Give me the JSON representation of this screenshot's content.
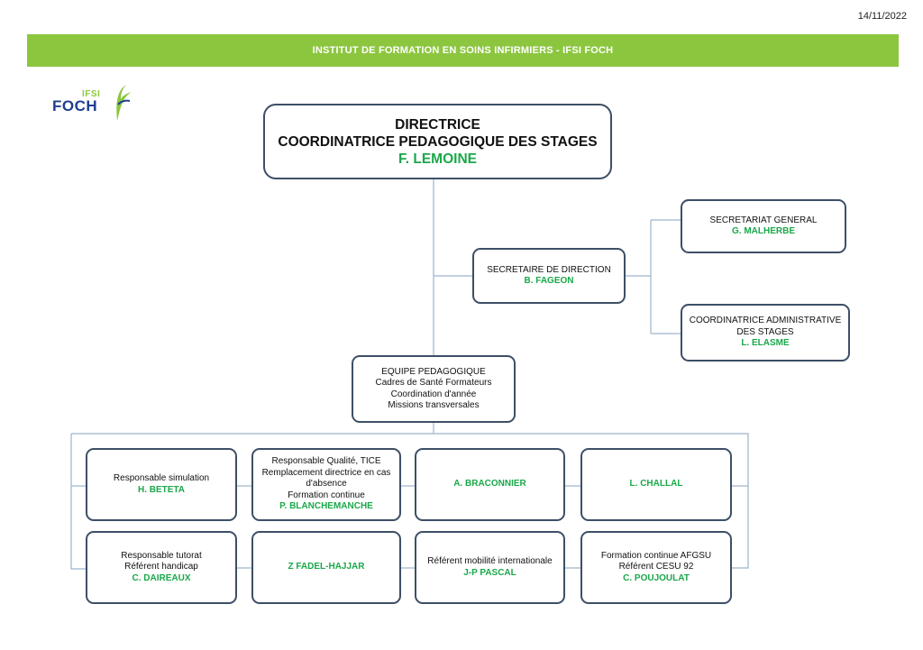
{
  "date": "14/11/2022",
  "banner": "INSTITUT DE FORMATION EN SOINS INFIRMIERS - IFSI FOCH",
  "logo": {
    "main": "FOCH",
    "small": "IFSI"
  },
  "colors": {
    "banner": "#8cc63f",
    "name": "#1aa84a",
    "border": "#3d4f66",
    "logo": "#1f3f8f",
    "lines": "#9db4cc"
  },
  "org": {
    "director": {
      "roles": [
        "DIRECTRICE",
        "COORDINATRICE PEDAGOGIQUE DES STAGES"
      ],
      "name": "F. LEMOINE"
    },
    "secretary": {
      "roles": [
        "SECRETAIRE DE DIRECTION"
      ],
      "name": "B. FAGEON"
    },
    "general": {
      "roles": [
        "SECRETARIAT GENERAL"
      ],
      "name": "G. MALHERBE"
    },
    "coordadmin": {
      "roles": [
        "COORDINATRICE ADMINISTRATIVE",
        "DES STAGES"
      ],
      "name": "L. ELASME"
    },
    "team": {
      "roles": [
        "EQUIPE PEDAGOGIQUE",
        "Cadres de Santé Formateurs",
        "Coordination d'année",
        "Missions transversales"
      ]
    },
    "members": [
      {
        "roles": [
          "Responsable simulation"
        ],
        "name": "H. BETETA"
      },
      {
        "roles": [
          "Responsable Qualité, TICE",
          "Remplacement directrice en cas",
          "d'absence",
          "Formation continue"
        ],
        "name": "P. BLANCHEMANCHE"
      },
      {
        "roles": [],
        "name": "A. BRACONNIER"
      },
      {
        "roles": [],
        "name": "L. CHALLAL"
      },
      {
        "roles": [
          "Responsable tutorat",
          "Référent handicap"
        ],
        "name": "C. DAIREAUX"
      },
      {
        "roles": [],
        "name": "Z FADEL-HAJJAR"
      },
      {
        "roles": [
          "Référent mobilité internationale"
        ],
        "name": "J-P PASCAL"
      },
      {
        "roles": [
          "Formation continue AFGSU",
          "Référent CESU 92"
        ],
        "name": "C. POUJOULAT"
      }
    ]
  }
}
